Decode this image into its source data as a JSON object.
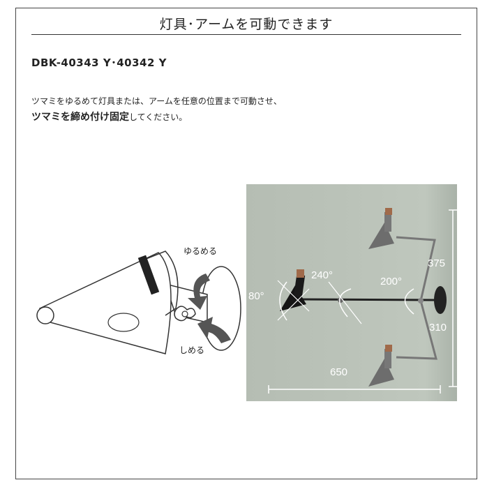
{
  "header": {
    "title": "灯具･アームを可動できます"
  },
  "model": {
    "number": "DBK-40343 Y･40342 Y"
  },
  "instructions": {
    "line1": "ツマミをゆるめて灯具または、アームを任意の位置まで可動させ、",
    "line2_bold": "ツマミを締め付け固定",
    "line2_rest": "してください。"
  },
  "knob": {
    "loosen_label": "ゆるめる",
    "tighten_label": "しめる"
  },
  "dimensions": {
    "head_angle": "80°",
    "joint1_angle": "240°",
    "joint2_angle": "200°",
    "upper_height": "375",
    "lower_height": "310",
    "arm_length": "650"
  },
  "colors": {
    "wall": "#b9c1b7",
    "frame": "#444444",
    "arrow": "#555555"
  }
}
